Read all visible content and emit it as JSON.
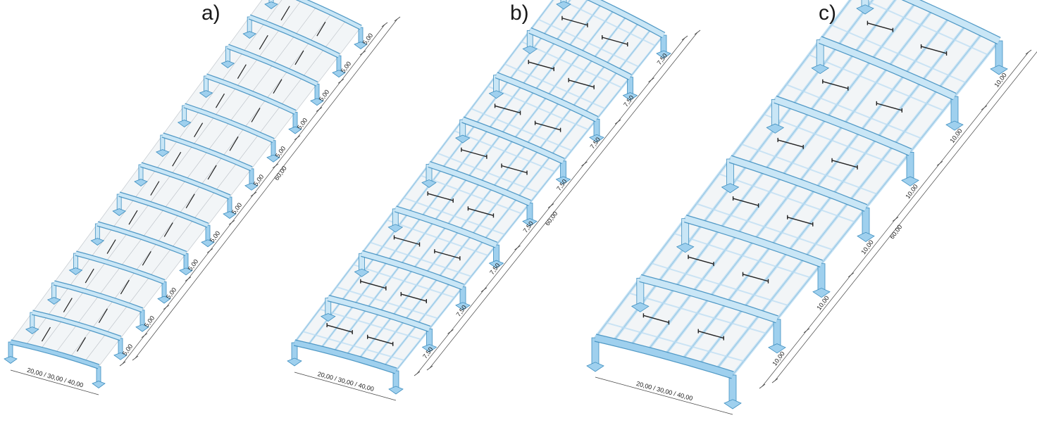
{
  "colors": {
    "frame_fill": "#9fd0ee",
    "frame_stroke": "#3f8fc0",
    "frame_light": "#c9e6f6",
    "roof_fill": "#eef1f4",
    "purlin": "#b9dcf2",
    "dim_line": "#444444",
    "arrow": "#222222"
  },
  "panels": [
    {
      "label": "a)",
      "width_label": "20,00 / 30,00 / 40,00",
      "total_label": "60,00",
      "bay_labels": [
        "5,00",
        "5,00",
        "5,00",
        "5,00",
        "5,00",
        "5,00",
        "5,00",
        "5,00",
        "5,00",
        "5,00",
        "5,00",
        "5,00"
      ],
      "purlin_count": 0,
      "span_beams": false
    },
    {
      "label": "b)",
      "width_label": "20,00 / 30,00 / 40,00",
      "total_label": "60,00",
      "bay_labels": [
        "7,50",
        "7,50",
        "7,50",
        "7,50",
        "7,50",
        "7,50",
        "7,50",
        "7,50"
      ],
      "purlin_count": 8,
      "span_beams": true
    },
    {
      "label": "c)",
      "width_label": "20,00 / 30,00 / 40,00",
      "total_label": "60,00",
      "bay_labels": [
        "10,00",
        "10,00",
        "10,00",
        "10,00",
        "10,00",
        "10,00"
      ],
      "purlin_count": 8,
      "span_beams": true
    }
  ]
}
